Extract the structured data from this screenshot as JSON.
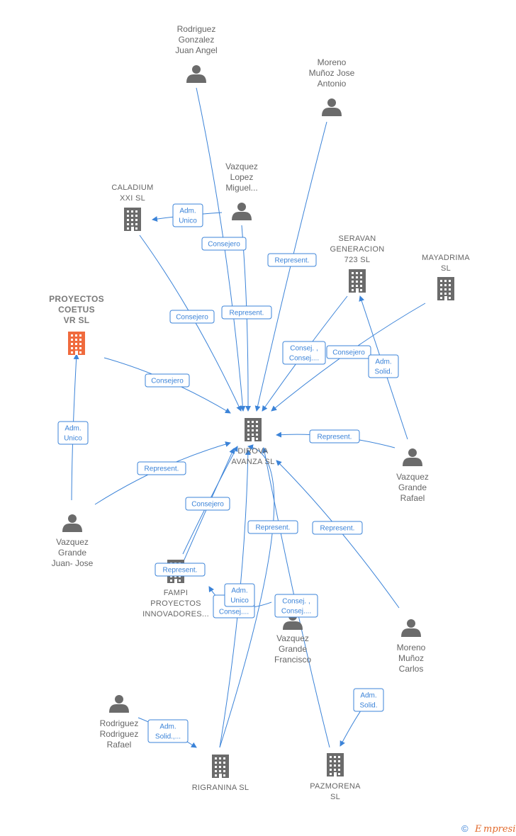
{
  "nodes": [
    {
      "id": "rodriguez_gonzalez",
      "type": "person",
      "label": [
        "Rodriguez",
        "Gonzalez",
        "Juan Angel"
      ]
    },
    {
      "id": "moreno_munoz_jose",
      "type": "person",
      "label": [
        "Moreno",
        "Muñoz Jose",
        "Antonio"
      ]
    },
    {
      "id": "vazquez_lopez",
      "type": "person",
      "label": [
        "Vazquez",
        "Lopez",
        "Miguel..."
      ]
    },
    {
      "id": "caladium",
      "type": "company",
      "label": [
        "CALADIUM",
        "XXI  SL"
      ]
    },
    {
      "id": "seravan",
      "type": "company",
      "label": [
        "SERAVAN",
        "GENERACION",
        "723  SL"
      ]
    },
    {
      "id": "mayadrima",
      "type": "company",
      "label": [
        "MAYADRIMA",
        "SL"
      ]
    },
    {
      "id": "proyectos_coetus",
      "type": "company",
      "highlight": true,
      "label": [
        "PROYECTOS",
        "COETUS",
        "VR  SL"
      ]
    },
    {
      "id": "dirova",
      "type": "company",
      "label": [
        "DIROVA",
        "AVANZA  SL"
      ]
    },
    {
      "id": "vazquez_grande_rafael",
      "type": "person",
      "label": [
        "Vazquez",
        "Grande",
        "Rafael"
      ]
    },
    {
      "id": "vazquez_grande_juan",
      "type": "person",
      "label": [
        "Vazquez",
        "Grande",
        "Juan-  Jose"
      ]
    },
    {
      "id": "fampi",
      "type": "company",
      "label": [
        "FAMPI",
        "PROYECTOS",
        "INNOVADORES..."
      ]
    },
    {
      "id": "vazquez_grande_francisco",
      "type": "person",
      "label": [
        "Vazquez",
        "Grande",
        "Francisco"
      ]
    },
    {
      "id": "moreno_munoz_carlos",
      "type": "person",
      "label": [
        "Moreno",
        "Muñoz",
        "Carlos"
      ]
    },
    {
      "id": "rodriguez_rodriguez",
      "type": "person",
      "label": [
        "Rodriguez",
        "Rodriguez",
        "Rafael"
      ]
    },
    {
      "id": "rigranina",
      "type": "company",
      "label": [
        "RIGRANINA  SL"
      ]
    },
    {
      "id": "pazmorena",
      "type": "company",
      "label": [
        "PAZMORENA",
        "SL"
      ]
    }
  ],
  "edges": [
    {
      "label": [
        "Adm.",
        "Unico"
      ]
    },
    {
      "label": [
        "Consejero"
      ]
    },
    {
      "label": [
        "Represent."
      ]
    },
    {
      "label": [
        "Consejero"
      ]
    },
    {
      "label": [
        "Represent."
      ]
    },
    {
      "label": [
        "Consej. ,",
        "Consej...."
      ]
    },
    {
      "label": [
        "Consejero"
      ]
    },
    {
      "label": [
        "Adm.",
        "Solid."
      ]
    },
    {
      "label": [
        "Consejero"
      ]
    },
    {
      "label": [
        "Adm.",
        "Unico"
      ]
    },
    {
      "label": [
        "Represent."
      ]
    },
    {
      "label": [
        "Represent."
      ]
    },
    {
      "label": [
        "Consejero"
      ]
    },
    {
      "label": [
        "Represent."
      ]
    },
    {
      "label": [
        "Represent."
      ]
    },
    {
      "label": [
        "Represent."
      ]
    },
    {
      "label": [
        "C...",
        "Consej...."
      ]
    },
    {
      "label": [
        "Adm.",
        "Unico"
      ]
    },
    {
      "label": [
        "Consej. ,",
        "Consej...."
      ]
    },
    {
      "label": [
        "Adm.",
        "Solid."
      ]
    },
    {
      "label": [
        "Adm.",
        "Solid.,..."
      ]
    }
  ],
  "footer": {
    "copyright": "©",
    "brand": "mpresia",
    "brand_initial": "E"
  }
}
